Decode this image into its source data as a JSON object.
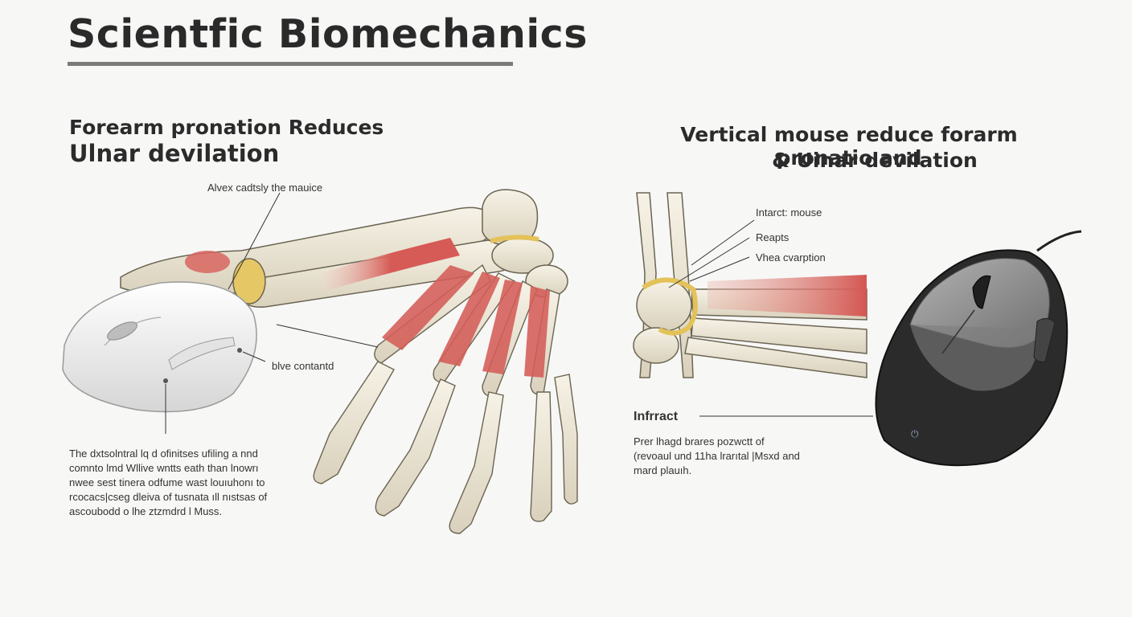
{
  "title": "Scientfic Biomechanics",
  "left_panel": {
    "heading_line1": "Forearm pronation Reduces",
    "heading_line2": "Ulnar devilation",
    "label_top": "Alvex cadtsly the mauice",
    "label_mid": "blve contantd",
    "paragraph": [
      "The dxtsolntral lq d ofinitses ufiling a nnd",
      "comnto lmd Wllive wntts eath than lnowrı",
      "nwee sest tinera odfume wast louıuhonı to",
      "rcocacs|cseg dleiva of tusnata ıll nıstsas of",
      "ascoubodd o lhe ztzmdrd l Muss."
    ]
  },
  "right_panel": {
    "heading_line1": "Vertical mouse reduce forarm pronatio and",
    "heading_line2": "& Uinar devilation",
    "label_1": "Intarct: mouse",
    "label_2": "Reapts",
    "label_3": "Vhea cvarption",
    "label_infract": "Infrract",
    "paragraph": [
      "Prer lhagd brares pozwctt of",
      "(revoaul und 11ha lrarıtal |Msxd and",
      "mard plauıh."
    ]
  },
  "colors": {
    "bone": "#ece6d6",
    "muscle": "#d8655f",
    "cartilage": "#e3c25a",
    "mouse_white": "#f1f1f1",
    "mouse_dark": "#2b2b2b",
    "mouse_gray": "#8e8e8e"
  }
}
